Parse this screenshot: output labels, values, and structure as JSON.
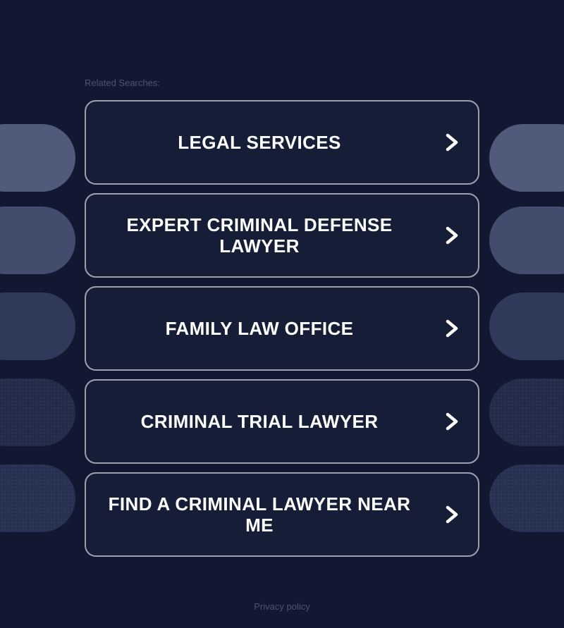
{
  "page": {
    "related_searches_label": "Related Searches:",
    "privacy_policy_label": "Privacy policy"
  },
  "buttons": [
    {
      "label": "LEGAL SERVICES"
    },
    {
      "label": "EXPERT CRIMINAL DEFENSE LAWYER"
    },
    {
      "label": "FAMILY LAW OFFICE"
    },
    {
      "label": "CRIMINAL TRIAL LAWYER"
    },
    {
      "label": "FIND A CRIMINAL LAWYER NEAR ME"
    }
  ],
  "icons": {
    "button_icon": "chevron-right-icon"
  },
  "colors": {
    "background": "#121831",
    "button_fill": "#161d36",
    "button_border": "#9ba2ae",
    "button_text": "#ffffff",
    "muted_text": "#4d566b"
  }
}
